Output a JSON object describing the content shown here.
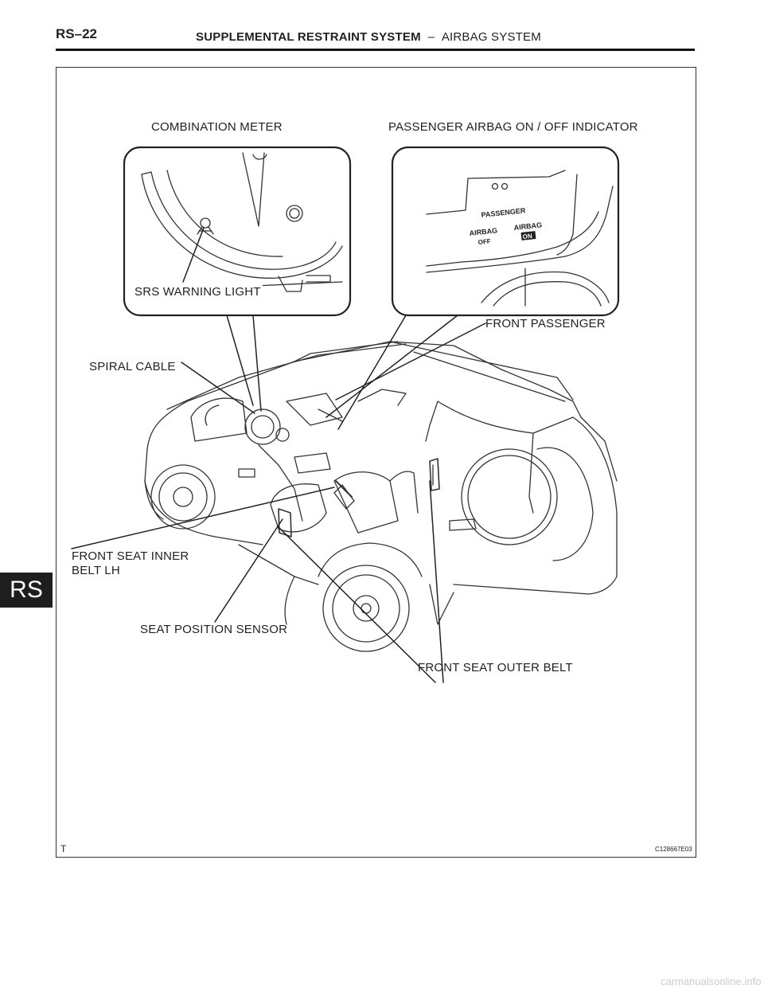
{
  "header": {
    "page_number": "RS–22",
    "section_title": "SUPPLEMENTAL RESTRAINT SYSTEM",
    "separator": "–",
    "subsection": "AIRBAG SYSTEM"
  },
  "side_tab": "RS",
  "figure": {
    "labels": {
      "combination_meter": "COMBINATION METER",
      "passenger_indicator": "PASSENGER AIRBAG ON / OFF INDICATOR",
      "srs_warning_light": "SRS WARNING LIGHT",
      "front_passenger": "FRONT PASSENGER",
      "spiral_cable": "SPIRAL CABLE",
      "front_seat_inner_belt": "FRONT SEAT INNER\nBELT LH",
      "seat_position_sensor": "SEAT POSITION SENSOR",
      "front_seat_outer_belt": "FRONT SEAT OUTER BELT"
    },
    "indicator_text": {
      "passenger": "PASSENGER",
      "airbag_left": "AIRBAG",
      "airbag_right": "AIRBAG",
      "off": "OFF",
      "on": "ON"
    },
    "code": "C128667E03",
    "corner_mark": "T"
  },
  "footer": "carmanualsonline.info"
}
